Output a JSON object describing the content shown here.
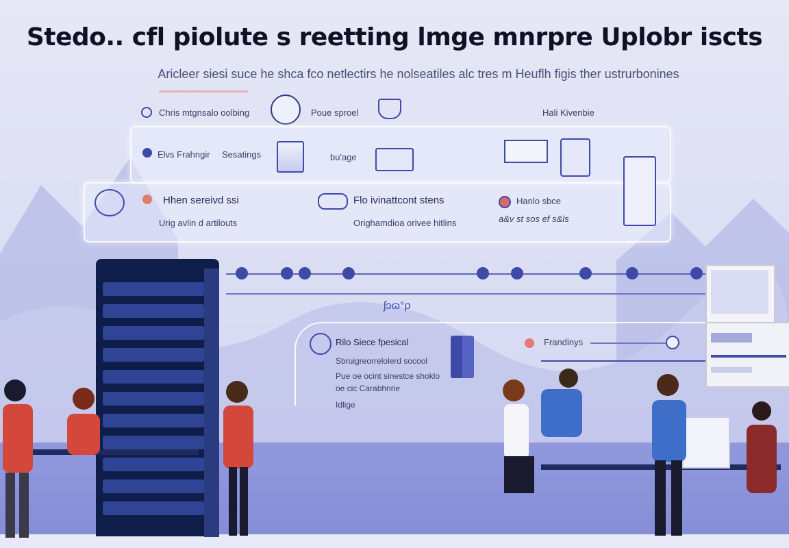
{
  "header": {
    "title": "Stedo.. cfl piolute s reetting lmge mnrpre Uplobr iscts",
    "subtitle": "Aricleer siesi suce he shca fco netlectirs he nolseatiles alc tres m Heuflh figis ther ustrurbonines"
  },
  "top_row": {
    "item1": "Chris mtgnsalo oolbing",
    "item2": "Poue sproel",
    "item3": "Hali Kivenbie"
  },
  "panel_back": {
    "item1": "Elvs Frahngir",
    "item2": "Sesatings",
    "item3": "bu'age"
  },
  "panel_front": {
    "row1": [
      "Hhen sereivd ssi",
      "Flo ivinattcont stens",
      "Hanlo sbce"
    ],
    "row2": [
      "Urig avlin d artilouts",
      "Orighamdioa orivee hitlins",
      "a&v st sos ef s&ls"
    ]
  },
  "lower_card": {
    "heading": "Rilo Siece fpesical",
    "line1": "Sbruigreorrelolerd socool",
    "line2": "Pue oe   ocint sinestce shoklo",
    "line3": "oe cic Carabhnrie",
    "line4": "Idlige",
    "right_label": "Frandinys"
  },
  "timeline_label": "ʃɔɷ°ρ",
  "colors": {
    "accent": "#3d4aa8",
    "dark_navy": "#0f1d4a",
    "shirt_red": "#d4483b",
    "shirt_blue": "#3e6ec8",
    "floor": "#7f88d6"
  },
  "icons": {
    "clock": "clock-icon",
    "building": "building-icon",
    "laptop": "laptop-icon",
    "avatar": "avatar-icon",
    "flag": "flag-icon",
    "server": "server-icon"
  }
}
